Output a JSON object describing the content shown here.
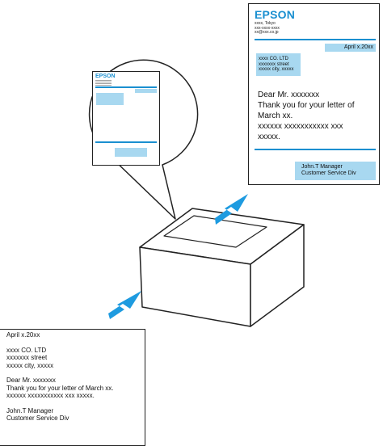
{
  "output_document": {
    "logo": "EPSON",
    "address_lines": [
      "xxxx, Tokyo",
      "xxx-xxxx-xxxx",
      "xx@xxx.co.jp"
    ],
    "date": "April x.20xx",
    "recipient_lines": [
      "xxxx CO. LTD",
      "xxxxxxx street",
      "xxxxx city, xxxxx"
    ],
    "body_lines": [
      "Dear Mr. xxxxxxx",
      "Thank you for your letter of",
      "March xx.",
      "xxxxxx xxxxxxxxxxx xxx",
      "xxxxx."
    ],
    "signature_lines": [
      "John.T Manager",
      "Customer Service Div"
    ]
  },
  "magnifier_document": {
    "logo": "EPSON"
  },
  "input_document": {
    "date": "April x.20xx",
    "recipient_lines": [
      "xxxx CO. LTD",
      "xxxxxxx street",
      "xxxxx city, xxxxx"
    ],
    "body_lines": [
      "Dear Mr. xxxxxxx",
      "Thank you for your letter of March xx.",
      "xxxxxx xxxxxxxxxxx xxx xxxxx."
    ],
    "signature_lines": [
      "John.T Manager",
      "Customer Service Div"
    ]
  },
  "colors": {
    "brand_blue": "#1a8fd0",
    "highlight_blue": "#a8d8f0",
    "arrow_blue": "#1e9be0"
  }
}
